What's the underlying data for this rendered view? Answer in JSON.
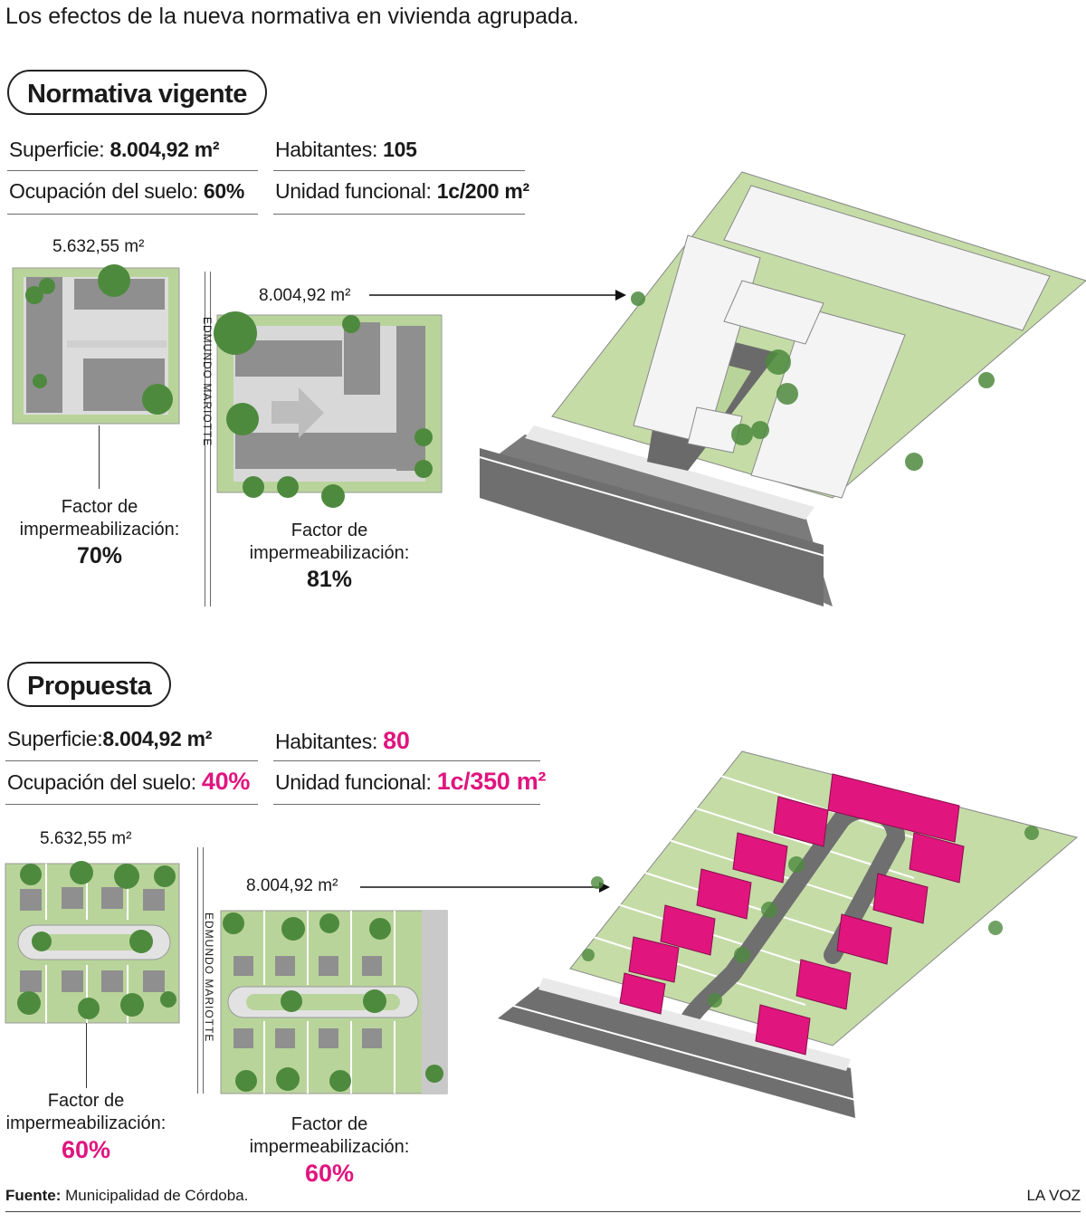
{
  "headline": "Los efectos de la nueva normativa en vivienda agrupada.",
  "colors": {
    "accent": "#e0157e",
    "grass": "#b9d49a",
    "built": "#8f8f8f",
    "road": "#8a8a8a",
    "tree": "#4e8a3e"
  },
  "current": {
    "title": "Normativa vigente",
    "superficie_label": "Superficie:",
    "superficie_value": "8.004,92 m²",
    "habitantes_label": "Habitantes:",
    "habitantes_value": "105",
    "ocupacion_label": "Ocupación del suelo:",
    "ocupacion_value": "60%",
    "unidad_label": "Unidad funcional:",
    "unidad_value": "1c/200 m²",
    "small_area": "5.632,55 m²",
    "large_area": "8.004,92 m²",
    "street_name": "EDMUNDO MARIOTTE",
    "small_factor_label": "Factor de impermeabilización:",
    "small_factor_value": "70%",
    "large_factor_label": "Factor de impermeabilización:",
    "large_factor_value": "81%"
  },
  "proposal": {
    "title": "Propuesta",
    "superficie_label": "Superficie:",
    "superficie_value": "8.004,92 m²",
    "habitantes_label": "Habitantes:",
    "habitantes_value": "80",
    "ocupacion_label": "Ocupación del suelo:",
    "ocupacion_value": "40%",
    "unidad_label": "Unidad funcional:",
    "unidad_value": "1c/350 m²",
    "small_area": "5.632,55 m²",
    "large_area": "8.004,92 m²",
    "street_name": "EDMUNDO MARIOTTE",
    "small_factor_label": "Factor de impermeabilización:",
    "small_factor_value": "60%",
    "large_factor_label": "Factor de impermeabilización:",
    "large_factor_value": "60%"
  },
  "footer": {
    "source_label": "Fuente:",
    "source_value": "Municipalidad de Córdoba.",
    "brand": "LA VOZ"
  }
}
